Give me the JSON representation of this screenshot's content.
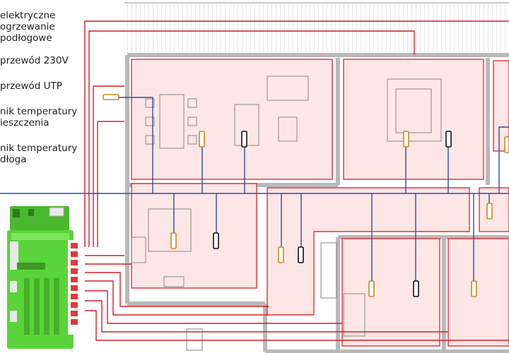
{
  "legend": {
    "items": [
      {
        "key": "heating",
        "text": "elektryczne\nogrzewanie\npodłogowe"
      },
      {
        "key": "power",
        "text": "przewód 230V"
      },
      {
        "key": "utp",
        "text": "przewód UTP"
      },
      {
        "key": "room_sensor",
        "text": "nik temperatury\nieszczenia"
      },
      {
        "key": "floor_sensor",
        "text": "nik temperatury\ndłoga"
      }
    ]
  },
  "colors": {
    "heating_zone_fill": "#fde6e6",
    "heating_zone_border": "#e0303a",
    "power_cable": "#d21f26",
    "utp_cable": "#2f4f9e",
    "room_sensor": "#c98a1e",
    "floor_sensor": "#111111",
    "controller_body": "#5ad43a",
    "terminal_red": "#e03a3a",
    "wall": "#b9b9b9"
  }
}
